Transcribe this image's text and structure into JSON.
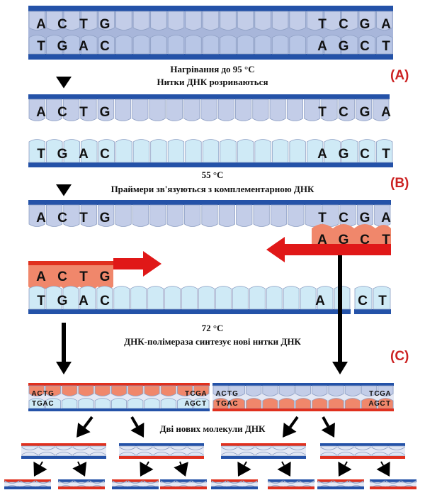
{
  "labels": {
    "step_a": "(A)",
    "step_b": "(B)",
    "step_c": "(C)",
    "heat_line1": "Нагрівання до 95 °С",
    "heat_line2": "Нитки ДНК розриваються",
    "anneal_line1": "55 °С",
    "anneal_line2": "Праймери зв'язуються з комплементарною ДНК",
    "extend_line1": "72 °С",
    "extend_line2": "ДНК-полімераза синтезує нові нитки ДНК",
    "result": "Дві нових молекули ДНК"
  },
  "sequences": {
    "top_left": [
      "A",
      "C",
      "T",
      "G"
    ],
    "top_right": [
      "T",
      "C",
      "G",
      "A"
    ],
    "bottom_left": [
      "T",
      "G",
      "A",
      "C"
    ],
    "bottom_right": [
      "A",
      "G",
      "C",
      "T"
    ],
    "gap_right": [
      "A",
      "C",
      "T"
    ]
  },
  "colors": {
    "backbone": "#2452a8",
    "strand_top": "#c3cde8",
    "strand_bottom": "#cfeaf6",
    "primer": "#f0876b",
    "primer_backbone": "#e0301e",
    "arrow_red": "#e01818",
    "arrow_black": "#000000",
    "step_label": "#cc2222"
  }
}
